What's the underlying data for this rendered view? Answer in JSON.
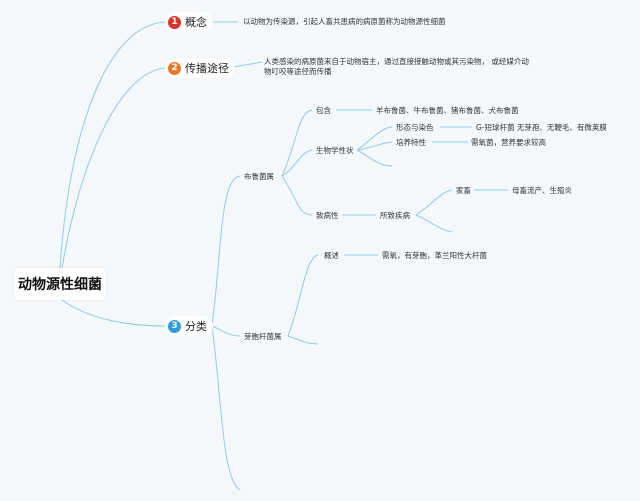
{
  "root": {
    "label": "动物源性细菌"
  },
  "branches": {
    "concept": {
      "number": "1",
      "label": "概念",
      "color": "#d9352b",
      "text": "以动物为传染源，引起人畜共患病的病原菌称为动物源性细菌"
    },
    "transmission": {
      "number": "2",
      "label": "传播途径",
      "color": "#e8772e",
      "text_line1": "人类感染的病原菌来自于动物宿主，通过直接接触动物或其污染物， 或经媒介动",
      "text_line2": "物叮咬等途径而传播"
    },
    "classification": {
      "number": "3",
      "label": "分类",
      "color": "#2e9de0",
      "brucella": {
        "label": "布鲁菌属",
        "includes": {
          "label": "包含",
          "value": "羊布鲁菌、牛布鲁菌、猪布鲁菌、犬布鲁菌"
        },
        "biology": {
          "label": "生物学性状",
          "morphology": {
            "label": "形态与染色",
            "value": "G-短球杆菌 无芽孢、无鞭毛、有微荚膜"
          },
          "culture": {
            "label": "培养特性",
            "value": "需氧菌，营养要求较高"
          }
        },
        "pathogenicity": {
          "label": "致病性",
          "disease": {
            "label": "所致疾病",
            "livestock": {
              "label": "家畜",
              "value": "母畜流产、生殖炎"
            }
          }
        }
      },
      "bacillus": {
        "label": "芽胞杆菌属",
        "overview": {
          "label": "概述",
          "value": "需氧，有芽胞，革兰阳性大杆菌"
        }
      }
    }
  },
  "colors": {
    "link": "#8fcbe8",
    "background": "#f4f8fb"
  }
}
